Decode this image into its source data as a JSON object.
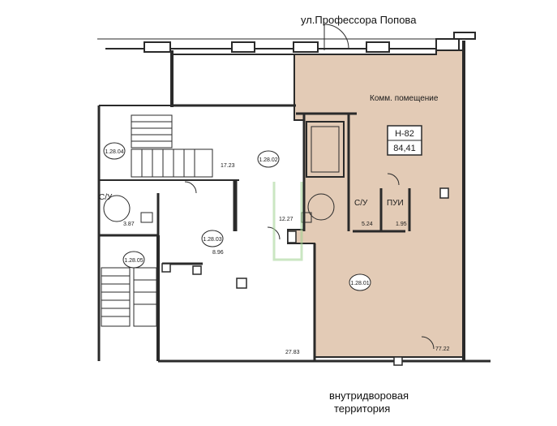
{
  "street_top": "ул.Профессора Попова",
  "courtyard": {
    "line1": "внутридворовая",
    "line2": "территория"
  },
  "unit": {
    "name": "Комм. помещение",
    "code": "Н-82",
    "area": "84,41"
  },
  "rooms": {
    "r0401": "1.28.04",
    "r0402": "1.28.02",
    "r0403": "1.28.03",
    "r0405": "1.28.05",
    "r0101": "1.28.01"
  },
  "room_labels": {
    "wc_left": "С/У",
    "wc_right": "С/У",
    "puy": "ПУИ"
  },
  "areas": {
    "a1723": "17.23",
    "a387": "3.87",
    "a896": "8.96",
    "a1227": "12.27",
    "a524": "5.24",
    "a195": "1.95",
    "a2783": "27.83",
    "a7722": "77.22"
  },
  "colors": {
    "unit_fill": "#e3cbb6",
    "wall": "#2a2a2a",
    "wall_fill": "#bdbdbd",
    "watermark": "#9fd18f"
  }
}
